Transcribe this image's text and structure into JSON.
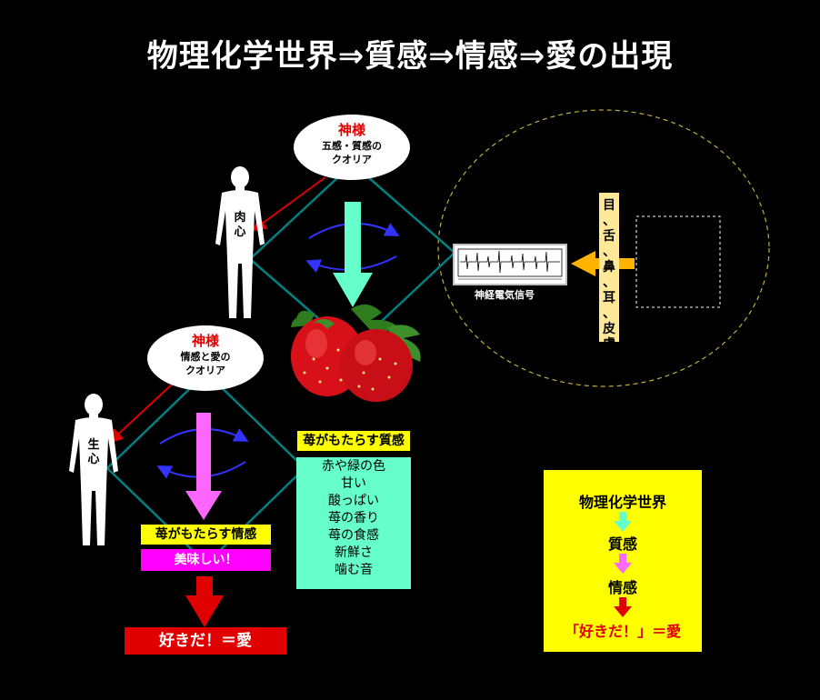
{
  "title": "物理化学世界⇒質感⇒情感⇒愛の出現",
  "top_bubble": {
    "god": "神様",
    "line1": "五感・質感の",
    "line2": "クオリア"
  },
  "mid_bubble": {
    "god": "神様",
    "line1": "情感と愛の",
    "line2": "クオリア"
  },
  "body_upper_label": [
    "肉",
    "心"
  ],
  "body_lower_label": [
    "生",
    "心"
  ],
  "senses_chars": [
    "目",
    "、",
    "舌",
    "、",
    "鼻",
    "、",
    "耳",
    "、",
    "皮",
    "膚"
  ],
  "signal_caption": "神経電気信号",
  "texture_header": "苺がもたらす質感",
  "texture_items": [
    "赤や緑の色",
    "甘い",
    "酸っぱい",
    "苺の香り",
    "苺の食感",
    "新鮮さ",
    "噛む音"
  ],
  "emotion_header": "苺がもたらす情感",
  "emotion_value": "美味しい！",
  "love_label": "好きだ！＝愛",
  "summary": {
    "step1": "物理化学世界",
    "step2": "質感",
    "step3": "情感",
    "step4": "「好きだ！」＝愛"
  },
  "colors": {
    "background": "#000000",
    "teal_lines": "#008080",
    "cyan_arrow": "#66ffcc",
    "magenta_arrow": "#ff66ff",
    "red": "#e00000",
    "yellow": "#ffff00",
    "blue_rotation": "#3333ff",
    "orange_arrow": "#ffb300"
  },
  "icons": [
    "human-silhouette",
    "strawberry",
    "rotation-arrows",
    "down-arrow",
    "left-arrow"
  ]
}
